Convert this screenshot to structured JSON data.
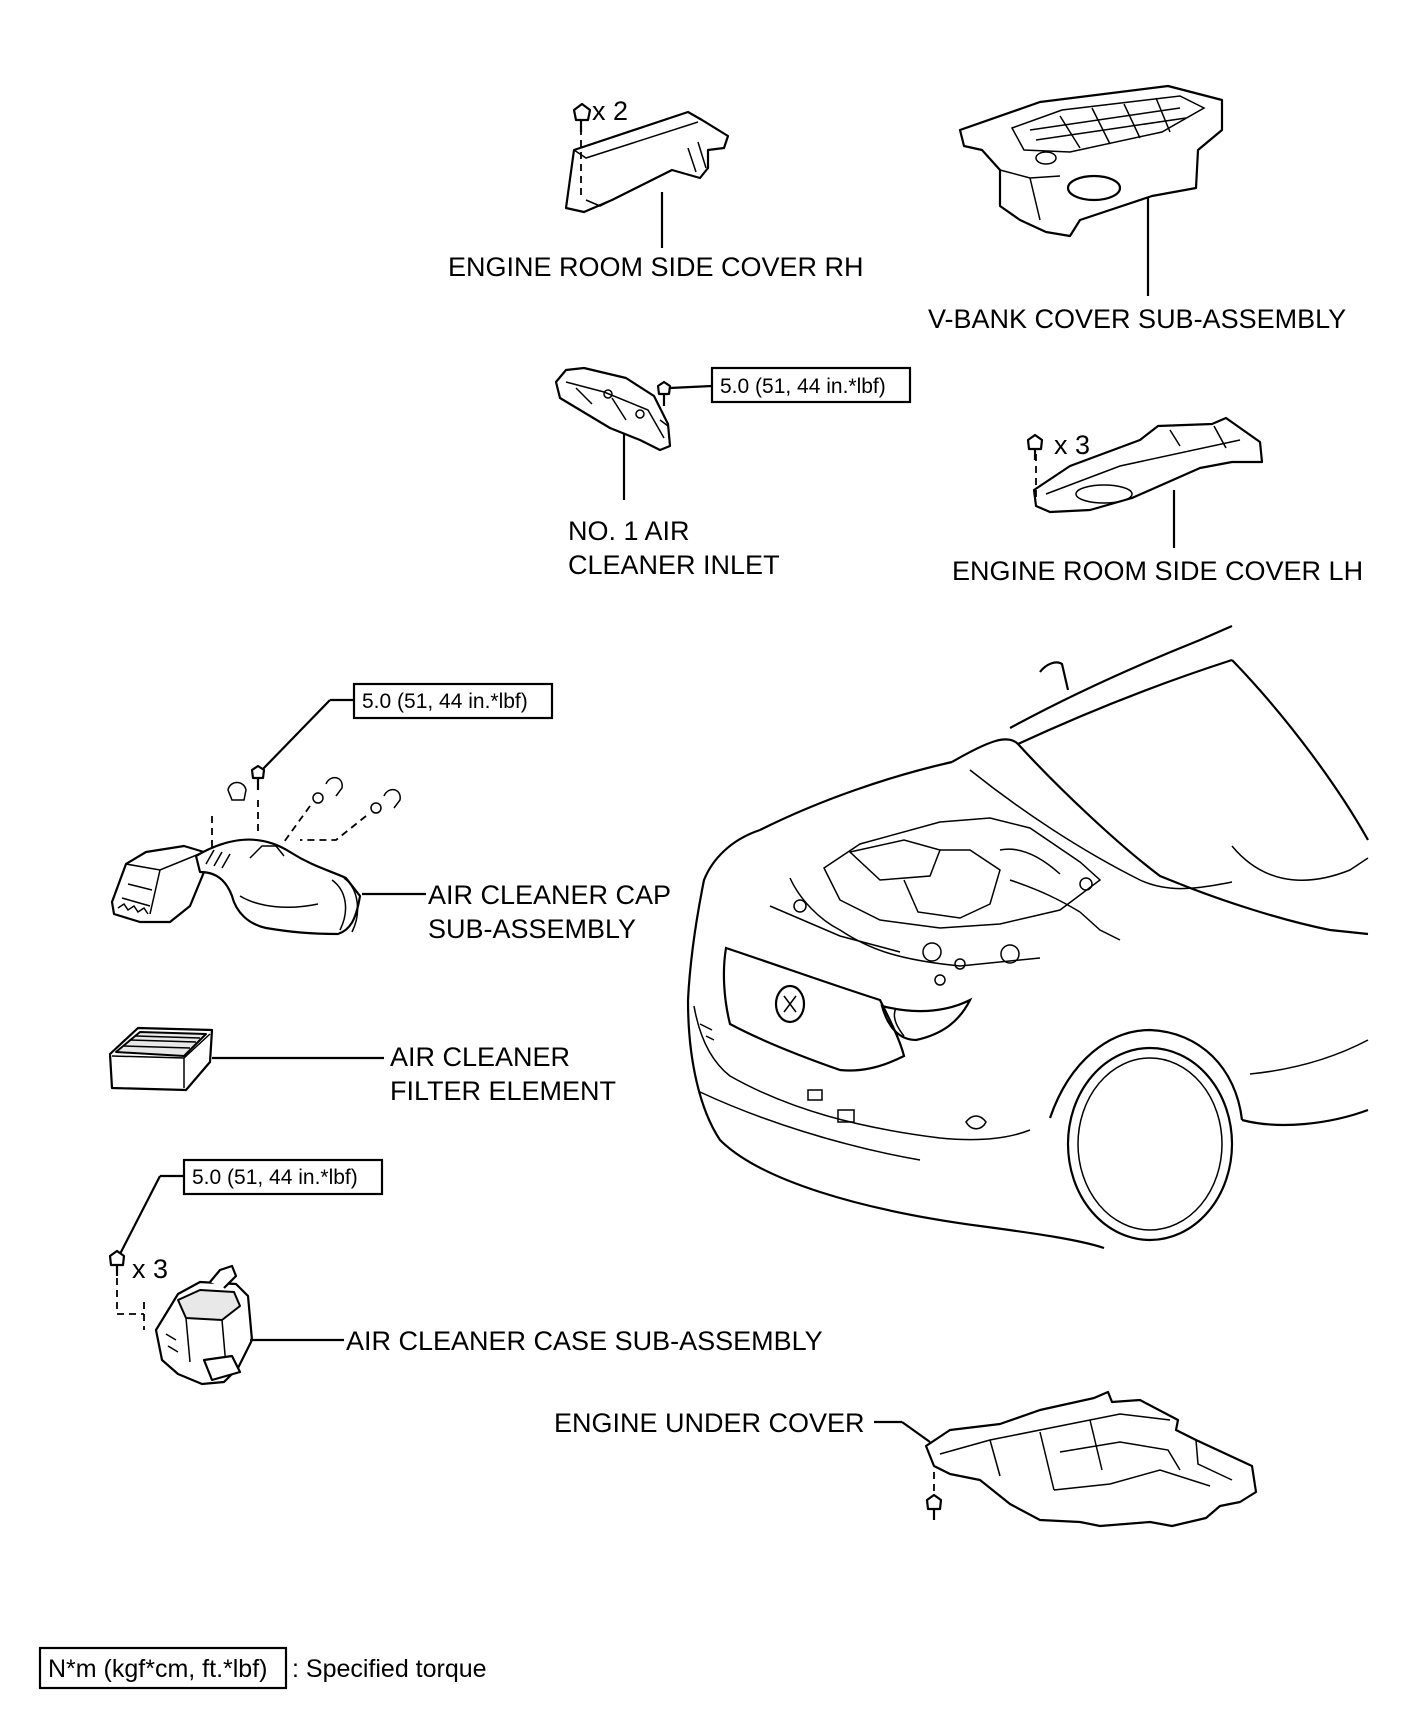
{
  "diagram": {
    "labels": {
      "side_cover_rh": "ENGINE ROOM SIDE COVER RH",
      "v_bank": "V-BANK COVER SUB-ASSEMBLY",
      "inlet_1": "NO. 1 AIR",
      "inlet_2": "CLEANER INLET",
      "side_cover_lh": "ENGINE ROOM SIDE COVER LH",
      "cap_1": "AIR CLEANER CAP",
      "cap_2": "SUB-ASSEMBLY",
      "filter_1": "AIR CLEANER",
      "filter_2": "FILTER ELEMENT",
      "case": "AIR CLEANER CASE SUB-ASSEMBLY",
      "under_cover": "ENGINE UNDER COVER"
    },
    "quantities": {
      "rh_bolts": "x 2",
      "lh_bolts": "x 3",
      "case_bolts": "x 3"
    },
    "torques": {
      "inlet": "5.0 (51, 44 in.*lbf)",
      "cap": "5.0 (51, 44 in.*lbf)",
      "case": "5.0 (51, 44 in.*lbf)"
    },
    "legend": {
      "box_text": "N*m (kgf*cm, ft.*lbf)",
      "description": ": Specified torque"
    }
  }
}
